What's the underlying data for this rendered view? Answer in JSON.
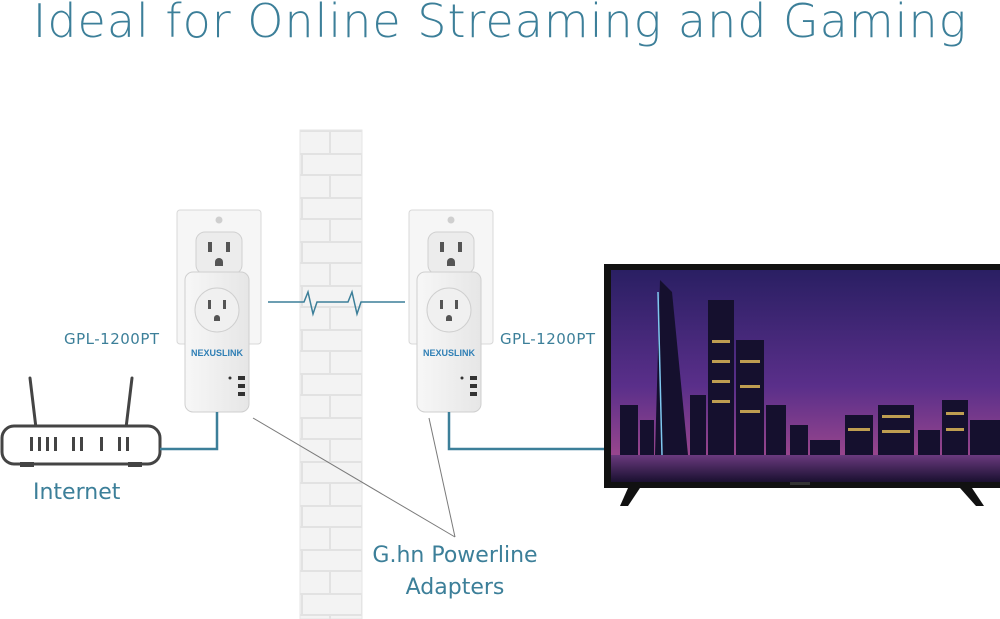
{
  "title": "Ideal for Online Streaming and Gaming",
  "adapter_left": {
    "model": "GPL-1200PT",
    "brand": "NEXUSLINK"
  },
  "adapter_right": {
    "model": "GPL-1200PT",
    "brand": "NEXUSLINK"
  },
  "router_label": "Internet",
  "callout": {
    "line1": "G.hn Powerline",
    "line2": "Adapters"
  },
  "colors": {
    "accent": "#3c7f99",
    "wall": "#f1f1f1",
    "tv_frame": "#111111"
  }
}
